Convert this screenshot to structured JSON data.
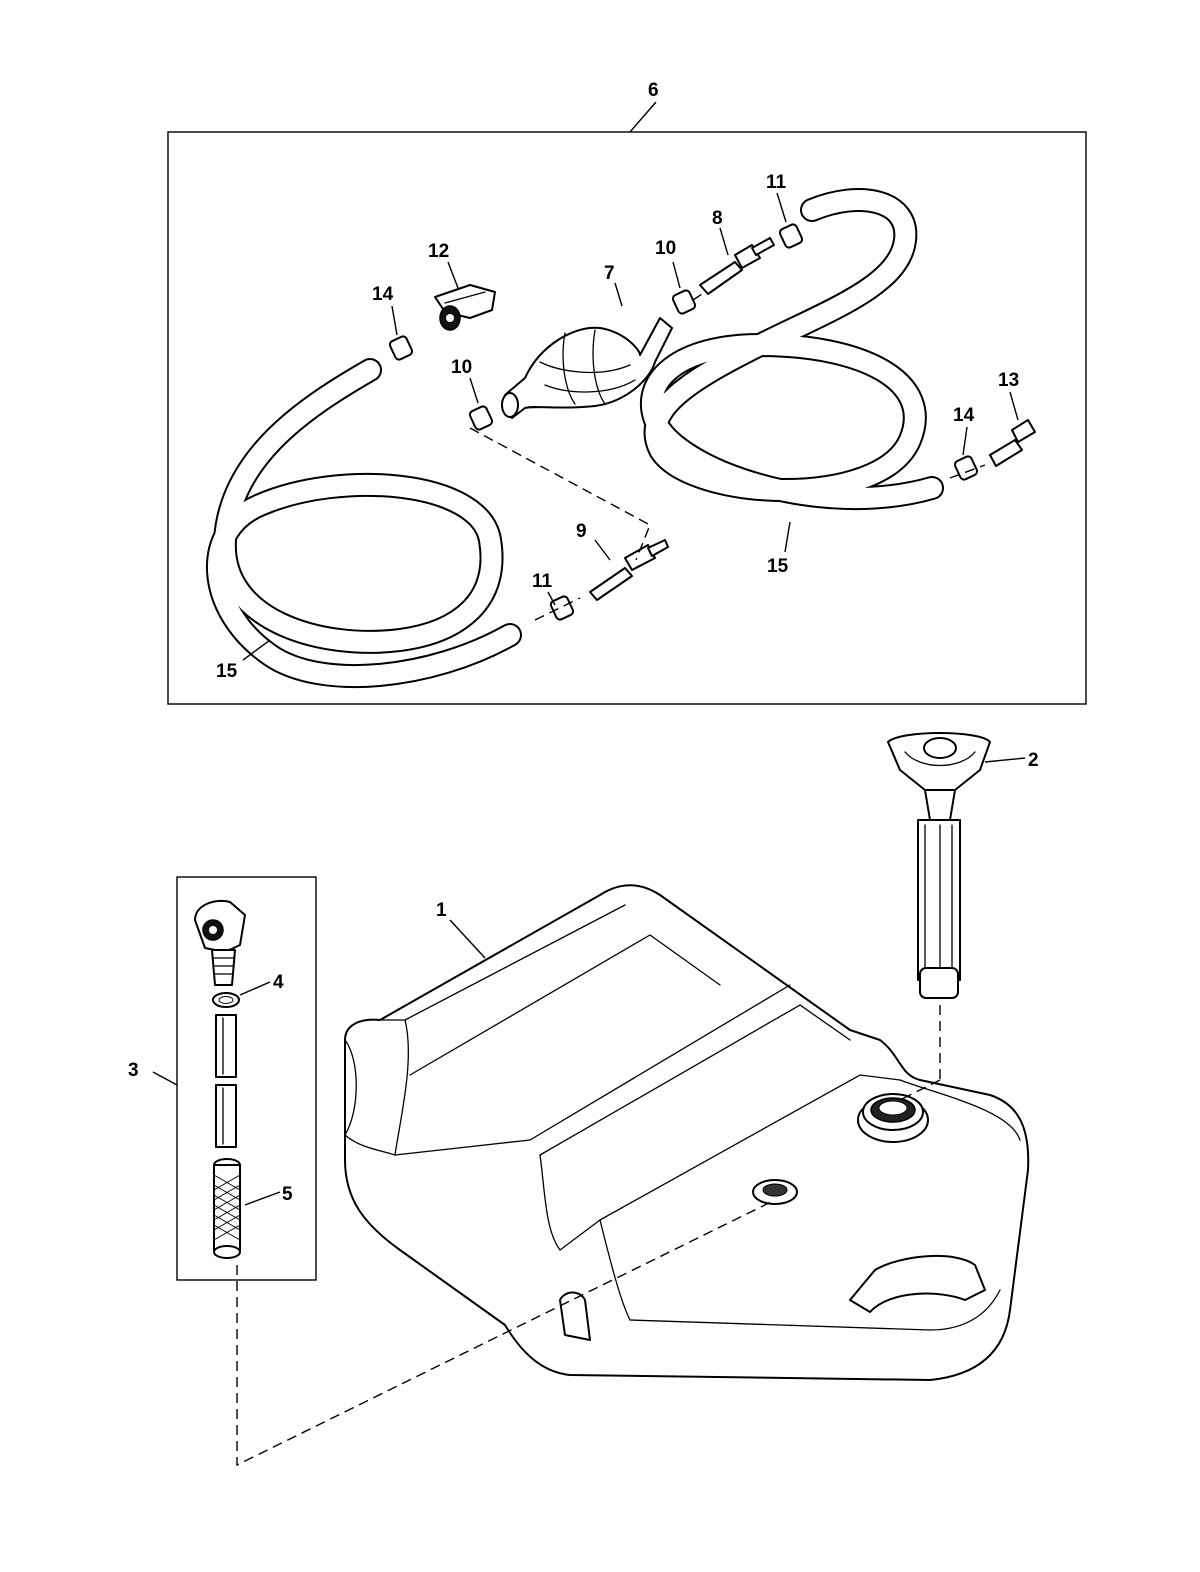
{
  "callouts": {
    "fuel_tank": "1",
    "fuel_gauge": "2",
    "pickup_assembly": "3",
    "o_ring": "4",
    "fuel_filter": "5",
    "fuel_line_assembly": "6",
    "primer_bulb": "7",
    "fitting_8": "8",
    "fitting_9": "9",
    "clamp_10_upper": "10",
    "clamp_10_lower": "10",
    "clamp_11_upper": "11",
    "clamp_11_lower": "11",
    "connector_12": "12",
    "fitting_13": "13",
    "clamp_14_left": "14",
    "clamp_14_right": "14",
    "hose_15_left": "15",
    "hose_15_right": "15"
  }
}
